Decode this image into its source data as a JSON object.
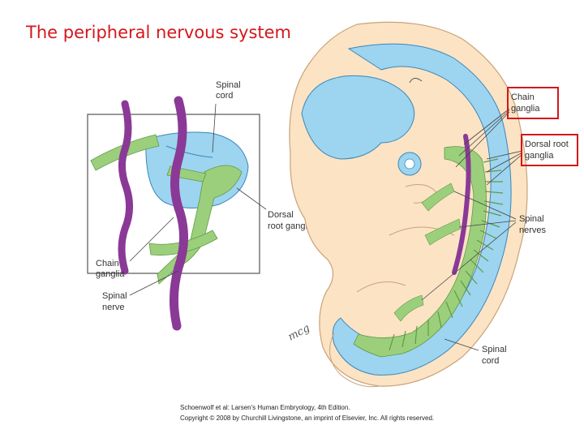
{
  "slide": {
    "title": "The peripheral nervous system"
  },
  "inset_labels": {
    "spinal_cord_1": "Spinal",
    "spinal_cord_2": "cord",
    "drg_1": "Dorsal",
    "drg_2": "root ganglion",
    "chain_1": "Chain",
    "chain_2": "ganglia",
    "spinal_nerve_1": "Spinal",
    "spinal_nerve_2": "nerve"
  },
  "embryo_labels": {
    "chain_1": "Chain",
    "chain_2": "ganglia",
    "drg_1": "Dorsal root",
    "drg_2": "ganglia",
    "nerves_1": "Spinal",
    "nerves_2": "nerves",
    "cord_1": "Spinal",
    "cord_2": "cord"
  },
  "artist_signature": "mcg",
  "credit": {
    "line1": "Schoenwolf et al: Larsen's Human Embryology, 4th Edition.",
    "line2": "Copyright © 2008 by Churchill Livingstone, an imprint of Elsevier, Inc. All rights reserved."
  },
  "colors": {
    "title": "#d4171c",
    "highlight_box": "#d4171c",
    "neural_tube": "#9dd4f0",
    "mesenchyme": "#fbe3c4",
    "neural_crest_green": "#9ccf7c",
    "chain_purple": "#8a3a96"
  }
}
